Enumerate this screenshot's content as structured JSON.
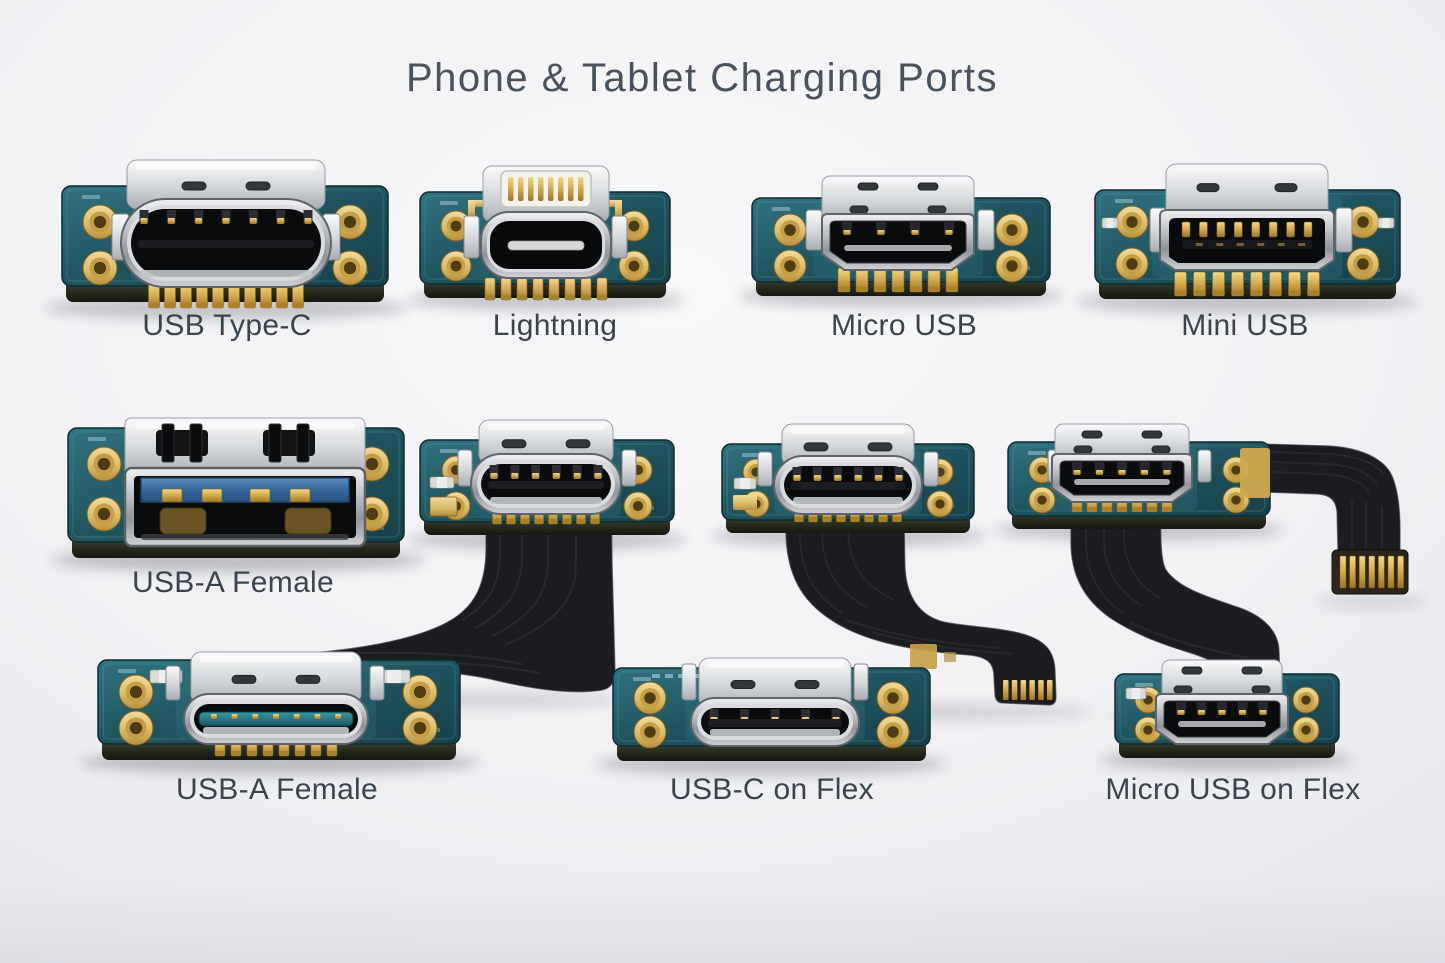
{
  "title": "Phone & Tablet Charging Ports",
  "sections": {
    "row1": [
      {
        "type": "usb-c-receptacle",
        "label": "USB Type-C"
      },
      {
        "type": "lightning-receptacle",
        "label": "Lightning"
      },
      {
        "type": "micro-usb-receptacle",
        "label": "Micro USB"
      },
      {
        "type": "mini-usb-receptacle",
        "label": "Mini USB"
      }
    ],
    "row2": [
      {
        "type": "usb-a-receptacle",
        "label": "USB-A Female"
      }
    ],
    "row3": [
      {
        "type": "usb-c-style-receptacle",
        "label": "USB-A Female"
      },
      {
        "type": "usb-c-receptacle-low-profile",
        "label": "USB-C on Flex"
      },
      {
        "type": "micro-usb-receptacle",
        "label": "Micro USB on Flex"
      }
    ],
    "unlabeled_boards": [
      {
        "type": "usb-c-receptacle-with-flex-cable"
      },
      {
        "type": "usb-c-receptacle-with-flex-cable"
      },
      {
        "type": "micro-usb-receptacle-with-flex-cables"
      }
    ]
  },
  "colors": {
    "background": "#f1f2f5",
    "title_text": "#49525d",
    "label_text": "#3a444f",
    "pcb_teal": "#1f545e",
    "gold": "#d9b865",
    "connector_metal": "#c6c9cd",
    "flex_cable_black": "#1c1d20",
    "usb_a_tongue_blue": "#35689a",
    "teal_tongue": "#2c8a96"
  }
}
